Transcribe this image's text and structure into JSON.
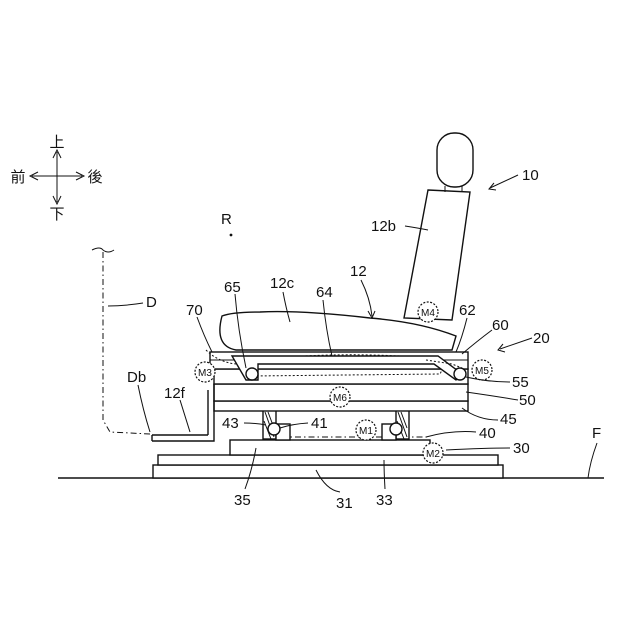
{
  "directions": {
    "up": "上",
    "front": "前",
    "rear": "後",
    "down": "下"
  },
  "labels": {
    "seat": "10",
    "backrest": "12b",
    "cushion": "12c",
    "seat_body": "12",
    "region": "R",
    "frame_62": "62",
    "frame_60": "60",
    "unit_20": "20",
    "link_65": "65",
    "link_64": "64",
    "sensor_70": "70",
    "d": "D",
    "db": "Db",
    "foot_12f": "12f",
    "layer_55": "55",
    "layer_50": "50",
    "layer_45": "45",
    "layer_40": "40",
    "layer_30": "30",
    "part_43": "43",
    "part_41": "41",
    "base_35": "35",
    "base_31": "31",
    "base_33": "33",
    "floor": "F"
  },
  "motors": {
    "m1": "M1",
    "m2": "M2",
    "m3": "M3",
    "m4": "M4",
    "m5": "M5",
    "m6": "M6"
  }
}
